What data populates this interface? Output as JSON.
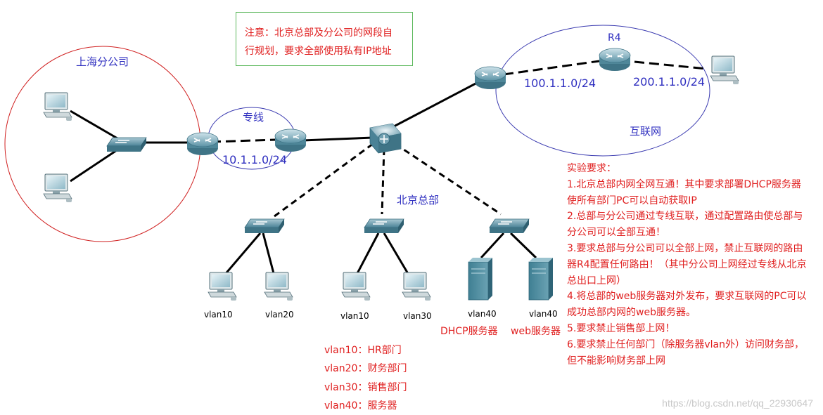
{
  "note": {
    "line1": "注意：北京总部及分公司的网段自",
    "line2": "行规划，要求全部使用私有IP地址"
  },
  "areas": {
    "shanghai": "上海分公司",
    "private_line": "专线",
    "internet": "互联网",
    "beijing": "北京总部"
  },
  "devices": {
    "r4": "R4"
  },
  "subnets": {
    "private": "10.1.1.0/24",
    "isp_link": "100.1.1.0/24",
    "internet_lan": "200.1.1.0/24"
  },
  "hosts": {
    "pc1_vlan": "vlan10",
    "pc2_vlan": "vlan20",
    "pc3_vlan": "vlan10",
    "pc4_vlan": "vlan30",
    "srv1_vlan": "vlan40",
    "srv2_vlan": "vlan40",
    "srv1_role": "DHCP服务器",
    "srv2_role": "web服务器"
  },
  "requirements": {
    "title": "实验要求：",
    "lines": [
      "1.北京总部内网全网互通！其中要求部署DHCP服务器",
      "使所有部门PC可以自动获取IP",
      "2.总部与分公司通过专线互联，通过配置路由使总部与",
      "分公司可以全部互通！",
      "3.要求总部与分公司可以全部上网，禁止互联网的路由",
      "器R4配置任何路由！（其中分公司上网经过专线从北京",
      "总出口上网）",
      "4.将总部的web服务器对外发布，要求互联网的PC可以",
      "成功总部内网的web服务器。",
      "5.要求禁止销售部上网！",
      "6.要求禁止任何部门（除服务器vlan外）访问财务部，",
      "但不能影响财务部上网"
    ]
  },
  "vlan_legend": [
    "vlan10：HR部门",
    "vlan20：财务部门",
    "vlan30：销售部门",
    "vlan40：服务器"
  ],
  "watermark": "https://blog.csdn.net/qq_22930647",
  "colors": {
    "annotation_red": "#e02020",
    "area_blue": "#3030c0",
    "shanghai_circle": "#d02020",
    "internet_ellipse": "#3a3ab0",
    "note_border": "#5cb85c",
    "device_teal": "#4f8fa3"
  }
}
